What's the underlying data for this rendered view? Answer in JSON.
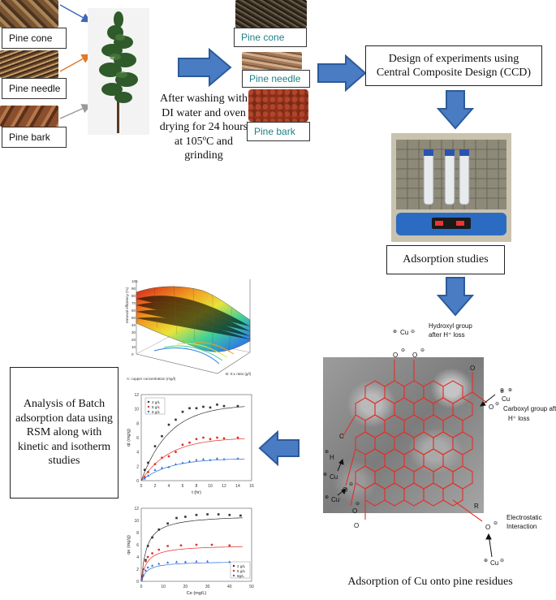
{
  "left_labels": [
    "Pine cone",
    "Pine needle",
    "Pine bark"
  ],
  "mid_labels": [
    "Pine cone",
    "Pine needle",
    "Pine bark"
  ],
  "process_text": "After washing with DI water and oven drying for 24 hours at 105ºC and grinding",
  "design_box": "Design of experiments using Central Composite Design (CCD)",
  "adsorption_box": "Adsorption studies",
  "analysis_box": "Analysis of Batch adsorption data using RSM along with kinetic and isotherm studies",
  "bottom_caption": "Adsorption of Cu onto pine residues",
  "mechanism": {
    "cu_top": "Cu",
    "hydroxyl": "Hydroxyl group after H+ loss",
    "carboxyl": "Carboxyl group after H+ loss",
    "cu_right": "Cu",
    "cu_left1": "Cu",
    "cu_left2": "Cu",
    "cu_bottom": "Cu",
    "electrostatic": "Electrostatic Interaction"
  },
  "surface_plot": {
    "zlabel": "removal efficiency (%)",
    "xlabel": "A: copper concentration (mg/l)",
    "ylabel": "B: S:L ratio (g/l)",
    "zticks": [
      "100",
      "90",
      "80",
      "70",
      "60",
      "50",
      "40",
      "30",
      "20",
      "10",
      "0"
    ]
  },
  "chart_data": [
    {
      "type": "scatter",
      "xlabel": "t (hr)",
      "ylabel": "qt (mg/g)",
      "xlim": [
        0,
        16
      ],
      "ylim": [
        0,
        12
      ],
      "xticks": [
        "0",
        "2",
        "4",
        "6",
        "8",
        "10",
        "12",
        "14",
        "16"
      ],
      "yticks": [
        "0",
        "2",
        "4",
        "6",
        "8",
        "10",
        "12"
      ],
      "legend": "top-left",
      "series": [
        {
          "name": "2 g/L",
          "color": "#333333",
          "x": [
            0.5,
            1,
            2,
            3,
            4,
            5,
            6,
            7,
            8,
            9,
            10,
            11,
            12,
            14
          ],
          "y": [
            1.5,
            2.5,
            4.8,
            6.2,
            7.8,
            8.5,
            9.6,
            10.1,
            10.1,
            10.3,
            10.2,
            10.6,
            10.4,
            10.4
          ]
        },
        {
          "name": "5 g/L",
          "color": "#e0312a",
          "x": [
            0.5,
            1,
            2,
            3,
            4,
            5,
            6,
            7,
            8,
            9,
            10,
            11,
            12,
            14
          ],
          "y": [
            0.5,
            1.2,
            2.3,
            3.2,
            3.4,
            4.0,
            5.0,
            5.3,
            5.8,
            6.0,
            5.8,
            6.0,
            5.9,
            6.0
          ]
        },
        {
          "name": "8 g/L",
          "color": "#2f6fd6",
          "x": [
            0.5,
            1,
            2,
            3,
            4,
            5,
            6,
            7,
            8,
            9,
            10,
            11,
            12,
            14
          ],
          "y": [
            0.3,
            0.7,
            1.5,
            1.8,
            1.9,
            2.3,
            2.5,
            2.7,
            2.9,
            3.0,
            2.9,
            3.1,
            3.0,
            3.1
          ]
        }
      ]
    },
    {
      "type": "scatter",
      "xlabel": "Ce (mg/L)",
      "ylabel": "qe (mg/g)",
      "xlim": [
        0,
        50
      ],
      "ylim": [
        0,
        12
      ],
      "xticks": [
        "0",
        "10",
        "20",
        "30",
        "40",
        "50"
      ],
      "yticks": [
        "0",
        "2",
        "4",
        "6",
        "8",
        "10",
        "12"
      ],
      "legend": "bottom-right",
      "series": [
        {
          "name": "2 g/L",
          "color": "#333333",
          "x": [
            0.5,
            2,
            3,
            5,
            8,
            12,
            16,
            20,
            25,
            30,
            35,
            40,
            45
          ],
          "y": [
            0.8,
            3.5,
            5.8,
            7.2,
            8.5,
            9.5,
            10.4,
            10.6,
            10.9,
            11.0,
            11.0,
            10.9,
            10.8
          ]
        },
        {
          "name": "5 g/L",
          "color": "#e0312a",
          "x": [
            0.3,
            1,
            2,
            3,
            5,
            8,
            12,
            18,
            25,
            32,
            40
          ],
          "y": [
            0.4,
            2.0,
            3.3,
            4.0,
            4.6,
            5.2,
            5.8,
            5.9,
            6.0,
            6.0,
            5.9
          ]
        },
        {
          "name": "8g/L",
          "color": "#2f6fd6",
          "x": [
            0.2,
            1,
            2,
            3,
            5,
            8,
            12,
            16,
            20,
            25,
            30,
            40
          ],
          "y": [
            0.2,
            1.0,
            1.8,
            2.3,
            2.6,
            2.9,
            3.1,
            3.2,
            3.2,
            3.3,
            3.3,
            3.2
          ]
        }
      ]
    }
  ]
}
